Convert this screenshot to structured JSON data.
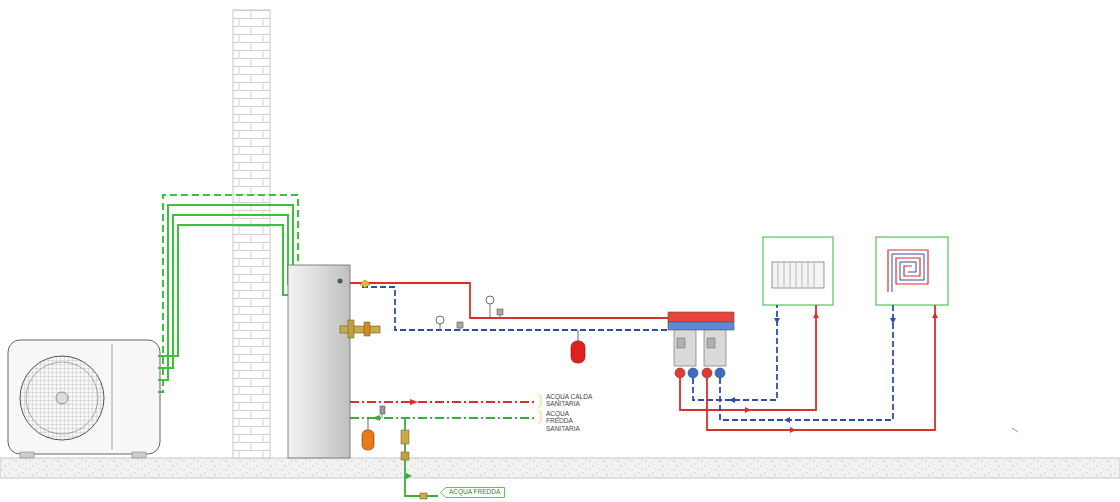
{
  "diagram": {
    "nodes": [
      {
        "text": [
          "ACQUA FREDDA"
        ]
      }
    ],
    "labels": [
      "ACQUA CALDA SANITARIA",
      "ACQUA FREDDA SANITARIA"
    ]
  }
}
